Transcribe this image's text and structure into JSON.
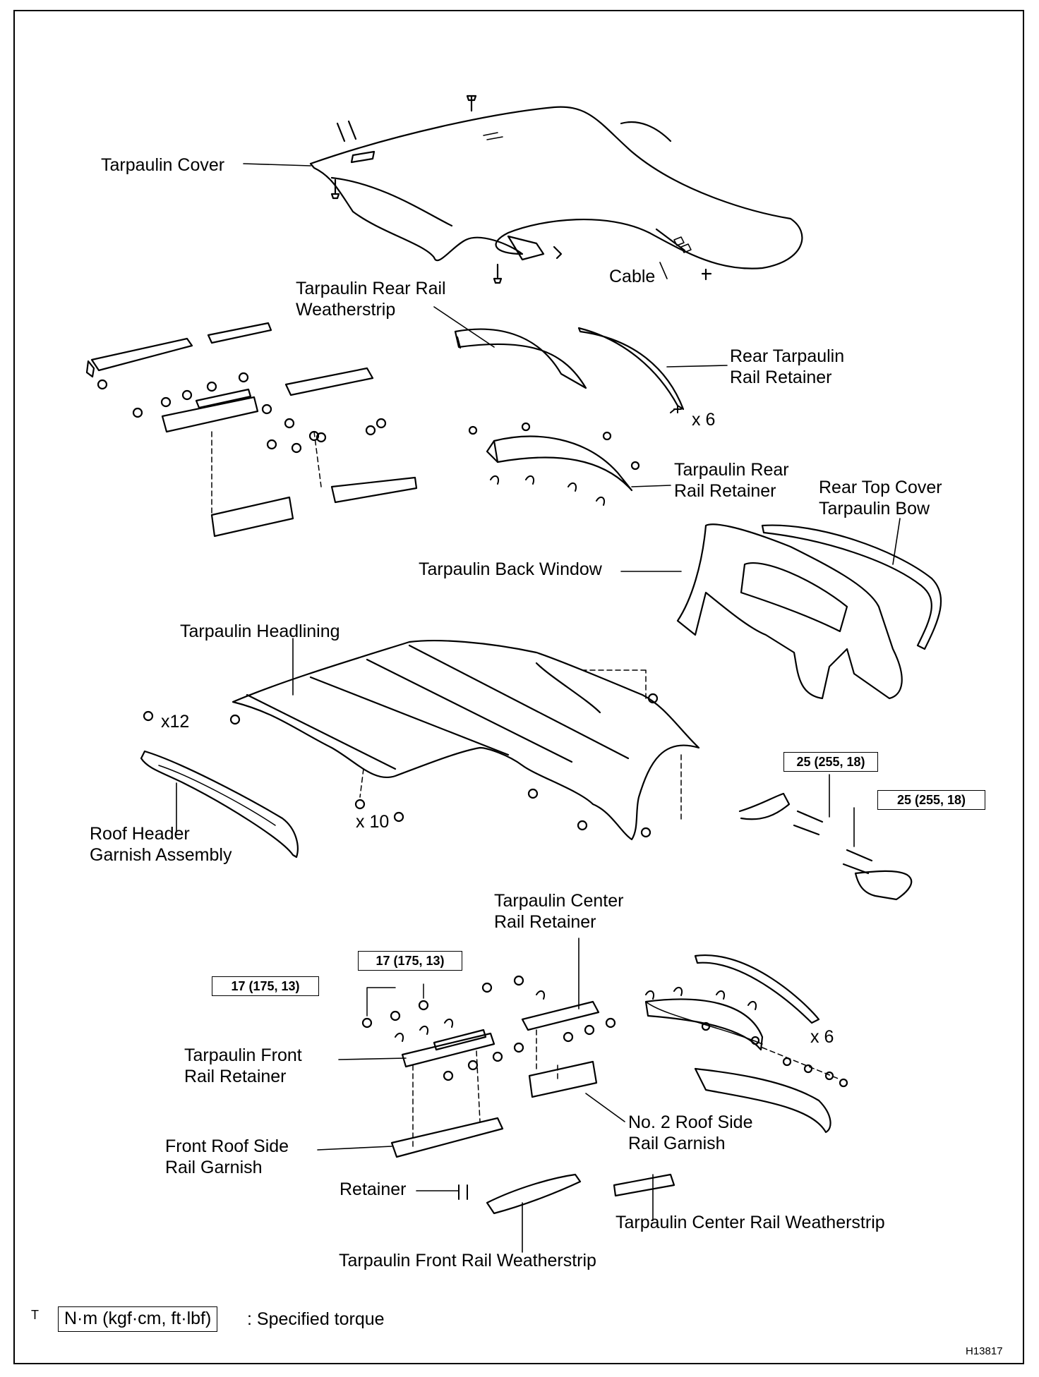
{
  "diagram": {
    "labels": {
      "tarpaulin_cover": "Tarpaulin Cover",
      "cable": "Cable",
      "rear_rail_weatherstrip": "Tarpaulin Rear Rail\nWeatherstrip",
      "rear_tarpaulin_rail_retainer": "Rear Tarpaulin\nRail Retainer",
      "x6_upper": "x 6",
      "tarpaulin_rear_rail_retainer": "Tarpaulin Rear\nRail Retainer",
      "rear_top_cover_bow": "Rear Top Cover\nTarpaulin Bow",
      "back_window": "Tarpaulin Back Window",
      "headlining": "Tarpaulin Headlining",
      "x12": "x12",
      "roof_header_garnish": "Roof Header\nGarnish Assembly",
      "x10": "x 10",
      "center_rail_retainer": "Tarpaulin Center\nRail Retainer",
      "front_rail_retainer": "Tarpaulin Front\nRail Retainer",
      "x6_lower": "x 6",
      "no2_roof_side_rail_garnish": "No. 2 Roof Side\nRail Garnish",
      "front_roof_side_rail_garnish": "Front Roof Side\nRail Garnish",
      "retainer": "Retainer",
      "center_rail_weatherstrip": "Tarpaulin Center Rail Weatherstrip",
      "front_rail_weatherstrip": "Tarpaulin Front Rail Weatherstrip"
    },
    "torque_specs": {
      "upper_left": "25 (255, 18)",
      "upper_right": "25 (255, 18)",
      "lower_left": "17 (175, 13)",
      "lower_right": "17 (175, 13)"
    },
    "legend": {
      "marker": "T",
      "unit": "N·m (kgf·cm, ft·lbf)",
      "meaning": ": Specified torque"
    },
    "figure_id": "H13817"
  }
}
